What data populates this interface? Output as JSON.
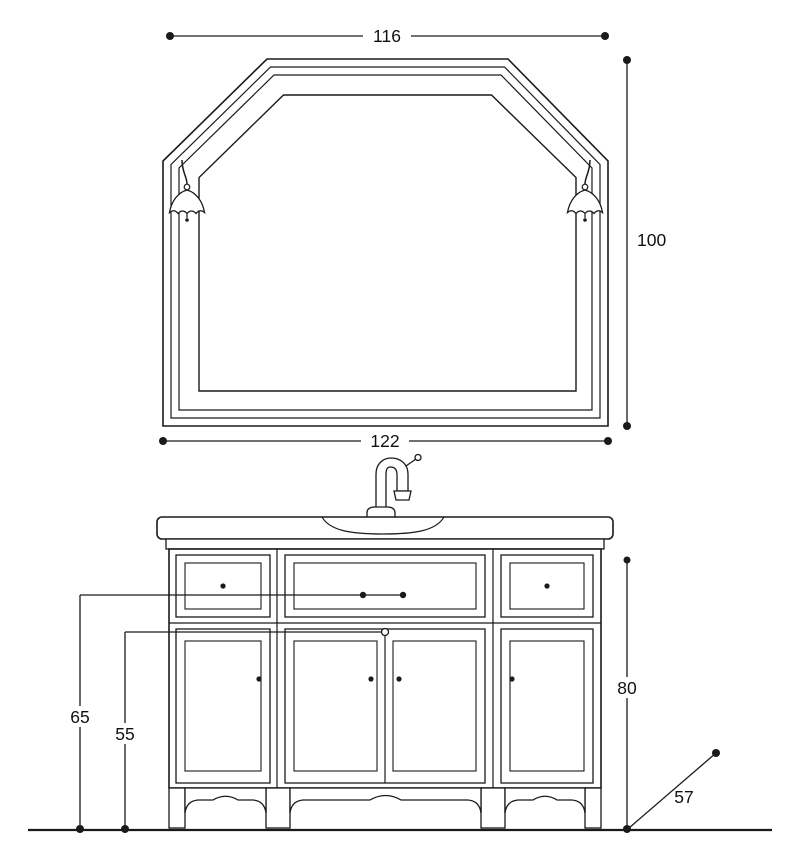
{
  "drawing": {
    "type": "technical-dimension-drawing",
    "subject": "bathroom vanity cabinet with mirror and lamps, front elevation with dimensions",
    "units_shown": false,
    "line_color": "#1a1a1a",
    "background_color": "#ffffff",
    "labels": {
      "mirror_top_width": "116",
      "mirror_height": "100",
      "mirror_bottom_width": "122",
      "cabinet_height": "80",
      "handle_height": "65",
      "lower_leader_height": "55",
      "depth": "57"
    }
  }
}
